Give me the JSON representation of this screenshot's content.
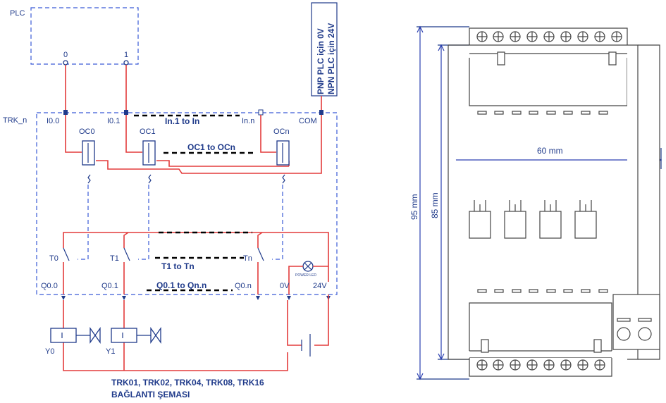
{
  "schematic": {
    "plc_label": "PLC",
    "plc_out0": "0",
    "plc_out1": "1",
    "box_label": "TRK_n",
    "voltage_note_line1": "PNP PLC için 0V",
    "voltage_note_line2": "NPN PLC için 24V",
    "inputs": [
      "I0.0",
      "I0.1",
      "In.n",
      "COM"
    ],
    "input_range": "In.1 to In",
    "optocouplers": [
      "OC0",
      "OC1",
      "OCn"
    ],
    "oc_range": "OC1 to OCn",
    "transistors": [
      "T0",
      "T1",
      "Tn"
    ],
    "t_range": "T1 to Tn",
    "outputs": [
      "Q0.0",
      "Q0.1",
      "Q0.n",
      "0V",
      "24V"
    ],
    "q_range": "Q0.1 to Qn.n",
    "power_led": "POWER LED",
    "valves": [
      "Y0",
      "Y1"
    ],
    "caption_line1": "TRK01, TRK02, TRK04, TRK08, TRK16",
    "caption_line2": "BAĞLANTI ŞEMASI"
  },
  "dimensions": {
    "width": "60 mm",
    "height_outer": "95 mm",
    "height_inner": "85 mm"
  },
  "colors": {
    "wire": "#e33b3b",
    "dash": "#3a5bd6",
    "label": "#1f3a8a"
  }
}
